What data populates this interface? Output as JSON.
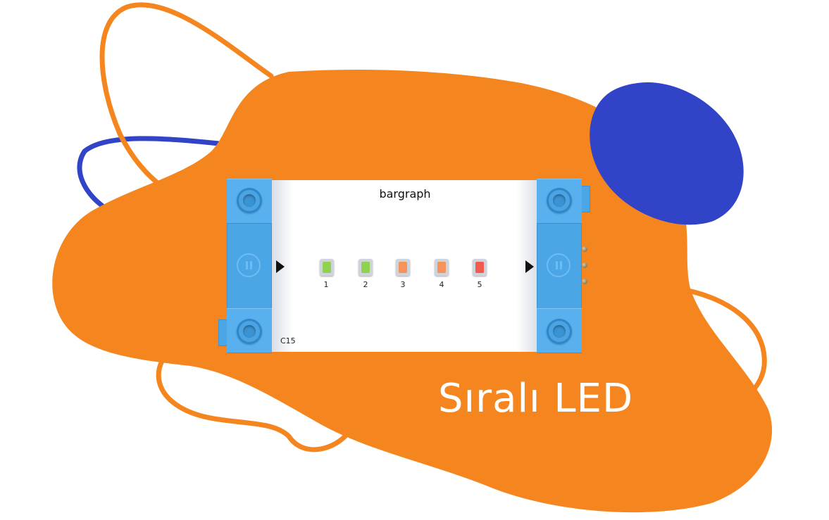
{
  "module": {
    "title": "bargraph",
    "code": "C15",
    "leds": [
      {
        "number": "1",
        "color": "#8fd24f"
      },
      {
        "number": "2",
        "color": "#8fd24f"
      },
      {
        "number": "3",
        "color": "#f5935a"
      },
      {
        "number": "4",
        "color": "#f5935a"
      },
      {
        "number": "5",
        "color": "#f25a4e"
      }
    ]
  },
  "caption": "Sıralı LED",
  "colors": {
    "blob": "#f5861f",
    "accent_blue": "#3143c6",
    "module_blue": "#4ba6e6"
  }
}
